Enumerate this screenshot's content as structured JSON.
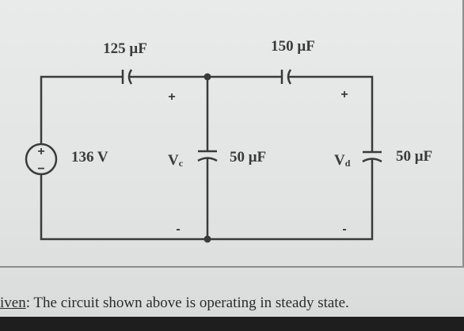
{
  "circuit": {
    "source": {
      "label": "136 V",
      "plus": "+",
      "minus": "−"
    },
    "cap_top_left": {
      "label": "125 μF"
    },
    "cap_top_right": {
      "label": "150 μF"
    },
    "cap_c": {
      "label": "50 μF",
      "voltage_symbol": "V",
      "voltage_sub": "c",
      "plus": "+",
      "minus": "-"
    },
    "cap_d": {
      "label": "50 μF",
      "voltage_symbol": "V",
      "voltage_sub": "d",
      "plus": "+",
      "minus": "-"
    }
  },
  "given": {
    "heading": "iven",
    "text": ": The circuit shown above is operating in steady state."
  }
}
